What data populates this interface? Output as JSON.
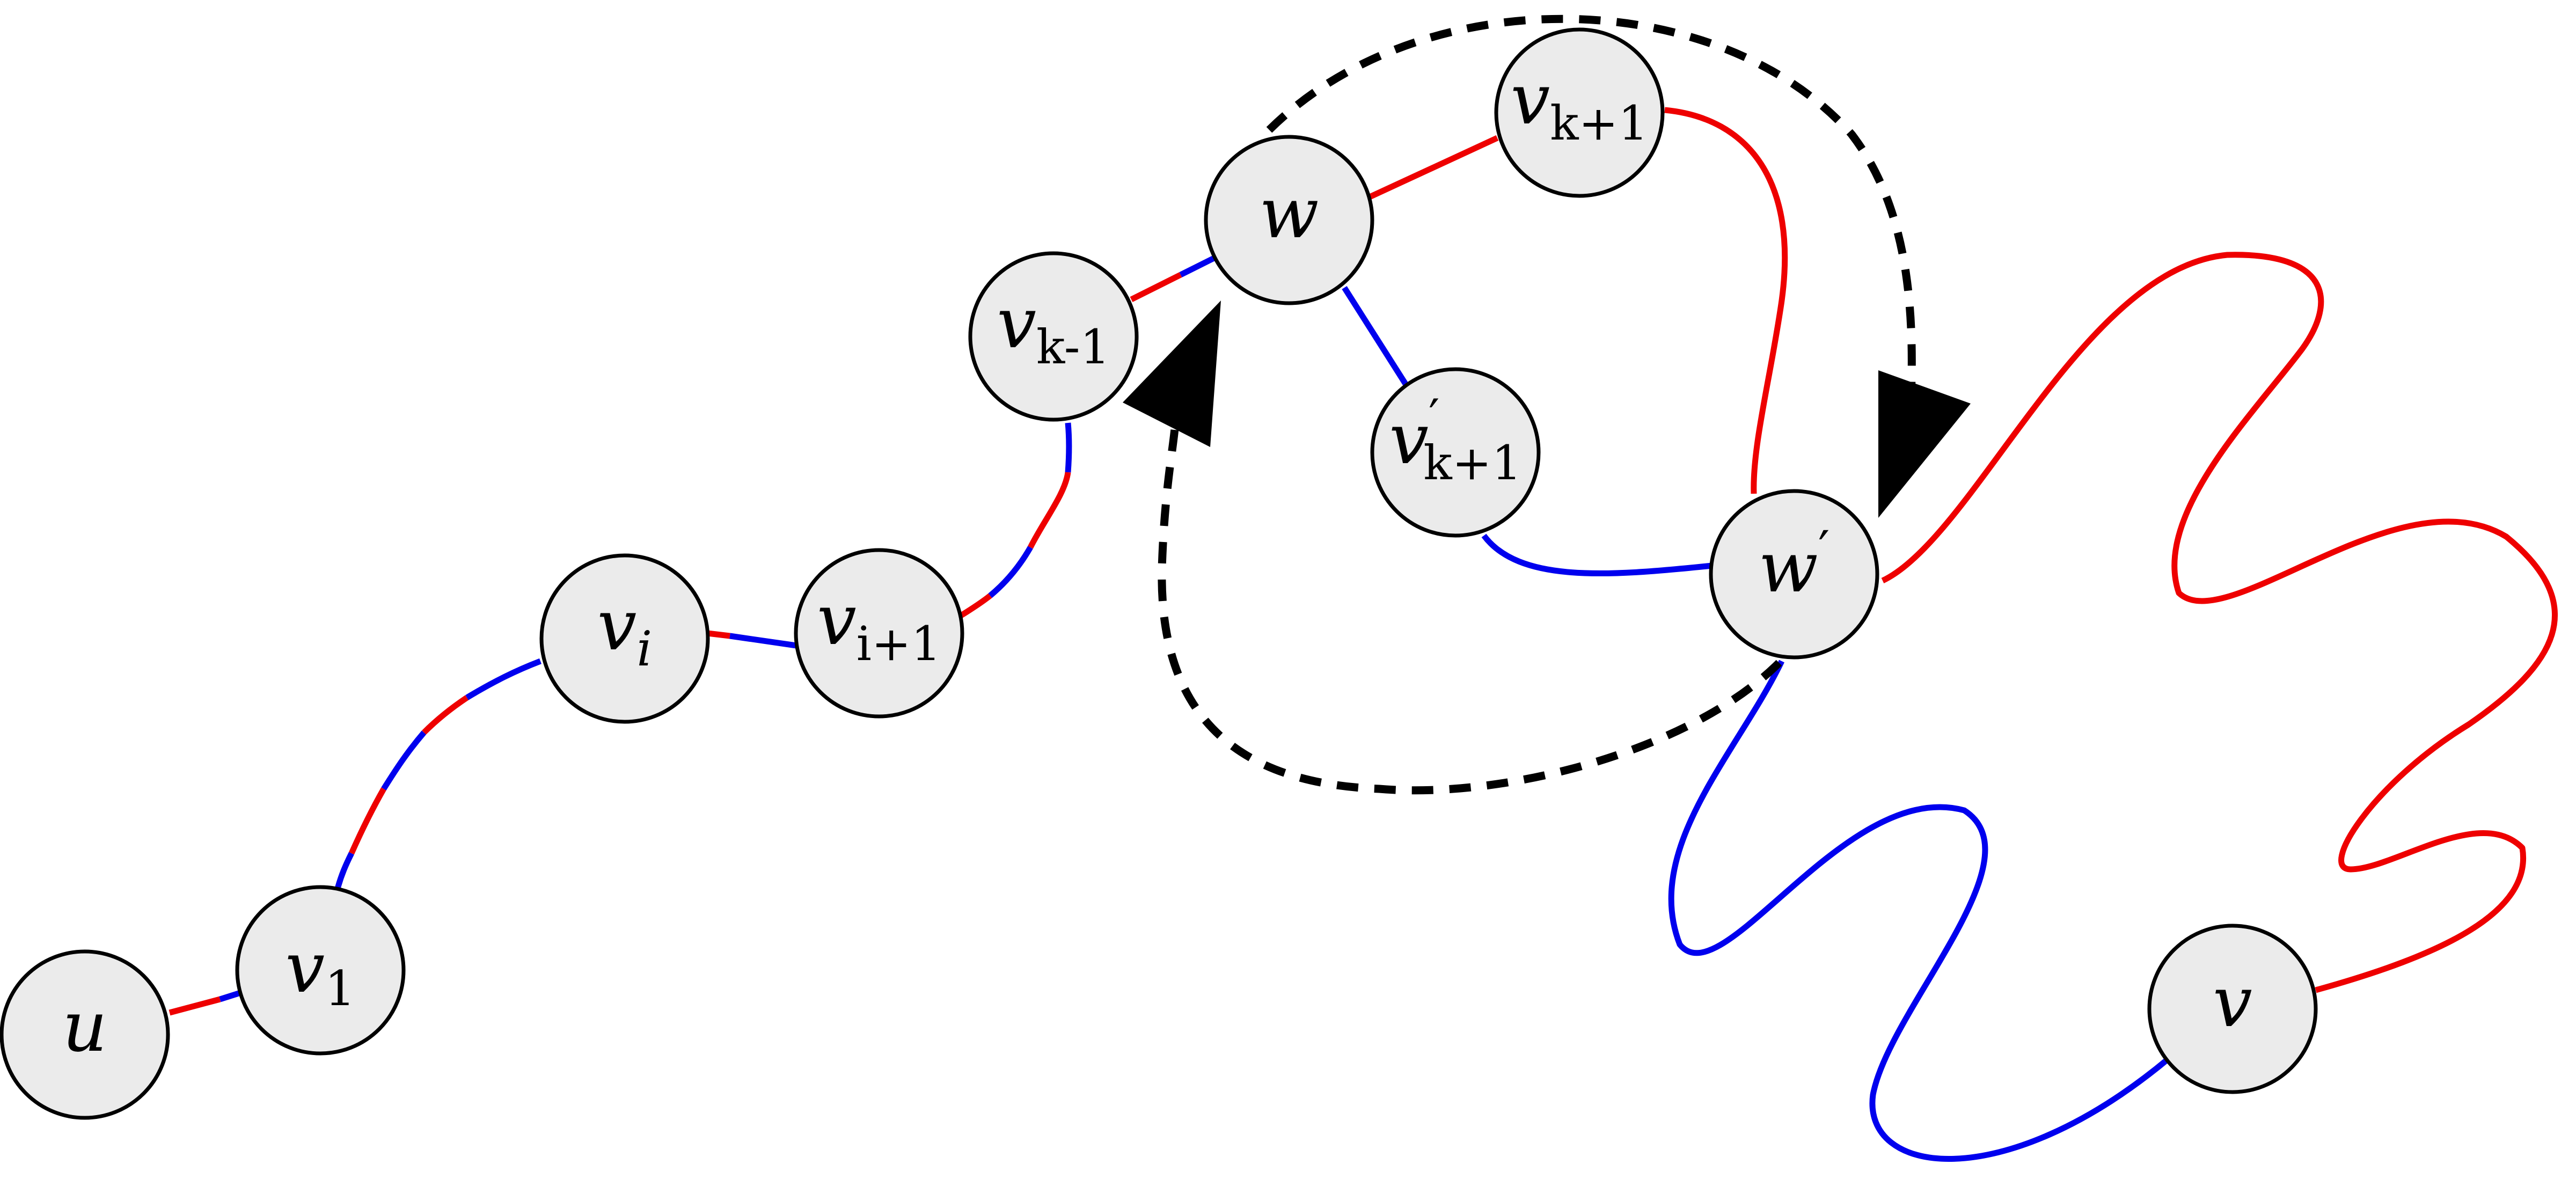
{
  "colors": {
    "red": "#ee0000",
    "blue": "#0000ee",
    "node_fill": "#ebebeb",
    "stroke": "#000000"
  },
  "nodes": {
    "u": {
      "base": "u",
      "prime": "",
      "sub": ""
    },
    "v1": {
      "base": "v",
      "prime": "",
      "sub": "1"
    },
    "vi": {
      "base": "v",
      "prime": "",
      "sub": "i"
    },
    "vi1": {
      "base": "v",
      "prime": "",
      "sub": "i+1"
    },
    "vkm1": {
      "base": "v",
      "prime": "",
      "sub": "k-1"
    },
    "w": {
      "base": "w",
      "prime": "",
      "sub": ""
    },
    "vk1": {
      "base": "v",
      "prime": "",
      "sub": "k+1"
    },
    "vk1p": {
      "base": "v",
      "prime": "′",
      "sub": "k+1"
    },
    "wp": {
      "base": "w",
      "prime": "′",
      "sub": ""
    },
    "v": {
      "base": "v",
      "prime": "",
      "sub": ""
    }
  }
}
